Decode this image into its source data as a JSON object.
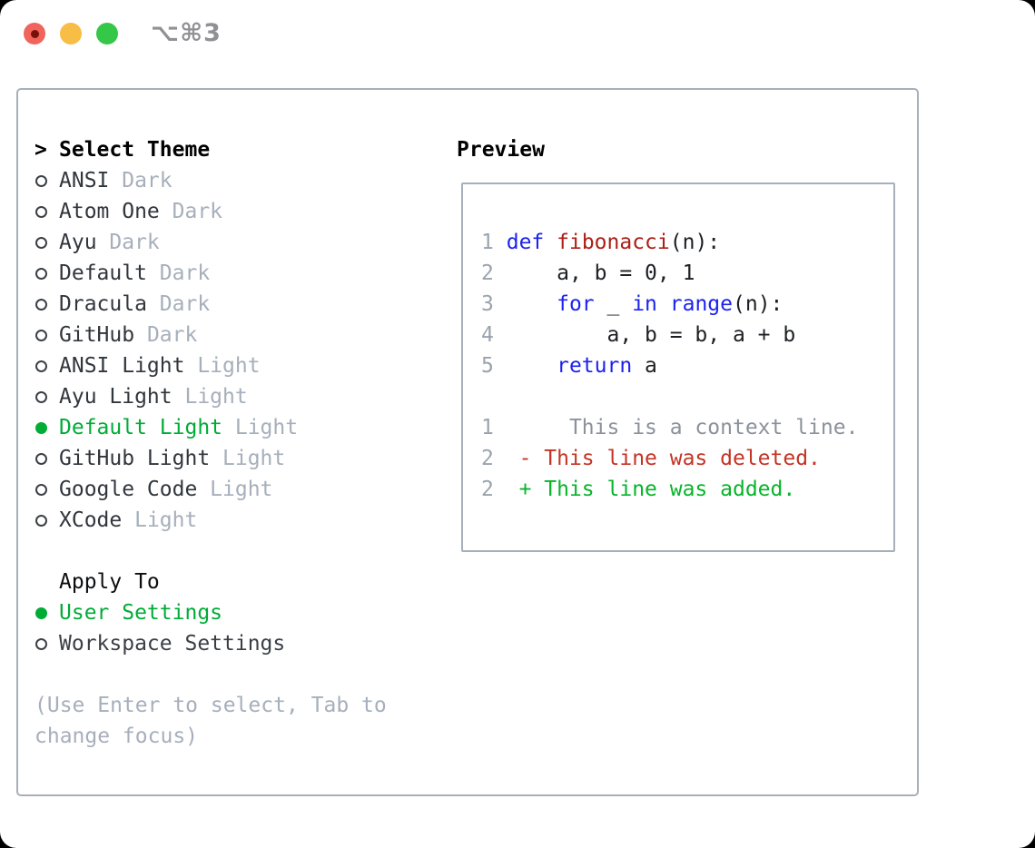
{
  "window": {
    "shortcut": "⌥⌘3",
    "traffic_lights": [
      "close",
      "minimize",
      "zoom"
    ]
  },
  "theme_list": {
    "cursor": ">",
    "heading": "Select Theme",
    "themes": [
      {
        "name": "ANSI",
        "variant": "Dark",
        "selected": false
      },
      {
        "name": "Atom One",
        "variant": "Dark",
        "selected": false
      },
      {
        "name": "Ayu",
        "variant": "Dark",
        "selected": false
      },
      {
        "name": "Default",
        "variant": "Dark",
        "selected": false
      },
      {
        "name": "Dracula",
        "variant": "Dark",
        "selected": false
      },
      {
        "name": "GitHub",
        "variant": "Dark",
        "selected": false
      },
      {
        "name": "ANSI Light",
        "variant": "Light",
        "selected": false
      },
      {
        "name": "Ayu Light",
        "variant": "Light",
        "selected": false
      },
      {
        "name": "Default Light",
        "variant": "Light",
        "selected": true
      },
      {
        "name": "GitHub Light",
        "variant": "Light",
        "selected": false
      },
      {
        "name": "Google Code",
        "variant": "Light",
        "selected": false
      },
      {
        "name": "XCode",
        "variant": "Light",
        "selected": false
      }
    ]
  },
  "apply_to": {
    "heading": "Apply To",
    "options": [
      {
        "label": "User Settings",
        "selected": true
      },
      {
        "label": "Workspace Settings",
        "selected": false
      }
    ]
  },
  "hint_lines": [
    "(Use Enter to select, Tab to",
    "change focus)"
  ],
  "preview": {
    "heading": "Preview",
    "code_lines": [
      {
        "num": "1",
        "segments": [
          {
            "t": "def",
            "s": "kw"
          },
          {
            "t": " ",
            "s": "pl"
          },
          {
            "t": "fibonacci",
            "s": "fn"
          },
          {
            "t": "(n):",
            "s": "pl"
          }
        ]
      },
      {
        "num": "2",
        "segments": [
          {
            "t": "    a, b = 0, 1",
            "s": "pl"
          }
        ]
      },
      {
        "num": "3",
        "segments": [
          {
            "t": "    ",
            "s": "pl"
          },
          {
            "t": "for",
            "s": "kw"
          },
          {
            "t": " _ ",
            "s": "pl"
          },
          {
            "t": "in",
            "s": "kw"
          },
          {
            "t": " ",
            "s": "pl"
          },
          {
            "t": "range",
            "s": "kw"
          },
          {
            "t": "(n):",
            "s": "pl"
          }
        ]
      },
      {
        "num": "4",
        "segments": [
          {
            "t": "        a, b = b, a + b",
            "s": "pl"
          }
        ]
      },
      {
        "num": "5",
        "segments": [
          {
            "t": "    ",
            "s": "pl"
          },
          {
            "t": "return",
            "s": "kw"
          },
          {
            "t": " a",
            "s": "pl"
          }
        ]
      },
      {
        "num": "",
        "segments": []
      },
      {
        "num": "1",
        "segments": [
          {
            "t": "     This is a context line.",
            "s": "ctx"
          }
        ]
      },
      {
        "num": "2",
        "segments": [
          {
            "t": " - This line was deleted.",
            "s": "del"
          }
        ]
      },
      {
        "num": "2",
        "segments": [
          {
            "t": " + This line was added.",
            "s": "add"
          }
        ]
      }
    ]
  },
  "colors": {
    "selection_green": "#00ac36",
    "diff_added_green": "#06b52a",
    "diff_removed_red": "#c43425",
    "keyword_blue": "#1c22ef",
    "function_red": "#ab1f16",
    "muted_gray": "#a6afbb",
    "line_number_gray": "#9aa3ad",
    "panel_border_gray": "#a7b0b9",
    "traffic_red": "#f0645c",
    "traffic_yellow": "#f8bd45",
    "traffic_green": "#34c748"
  }
}
